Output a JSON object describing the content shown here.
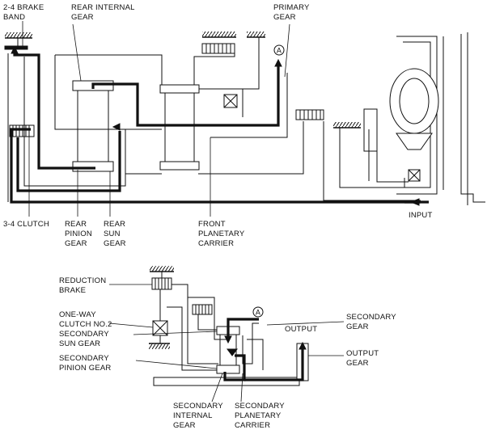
{
  "upper": {
    "labels": {
      "brake_band_l1": "2-4 BRAKE",
      "brake_band_l2": "BAND",
      "rear_internal_l1": "REAR INTERNAL",
      "rear_internal_l2": "GEAR",
      "primary_l1": "PRIMARY",
      "primary_l2": "GEAR",
      "clutch_34": "3-4 CLUTCH",
      "rear_pinion_l1": "REAR",
      "rear_pinion_l2": "PINION",
      "rear_pinion_l3": "GEAR",
      "rear_sun_l1": "REAR",
      "rear_sun_l2": "SUN",
      "rear_sun_l3": "GEAR",
      "front_carrier_l1": "FRONT",
      "front_carrier_l2": "PLANETARY",
      "front_carrier_l3": "CARRIER",
      "input": "INPUT",
      "marker": "A"
    }
  },
  "lower": {
    "labels": {
      "reduction_l1": "REDUCTION",
      "reduction_l2": "BRAKE",
      "oneway_l1": "ONE-WAY",
      "oneway_l2": "CLUTCH NO.2",
      "sec_sun_l1": "SECONDARY",
      "sec_sun_l2": "SUN GEAR",
      "sec_pinion_l1": "SECONDARY",
      "sec_pinion_l2": "PINION GEAR",
      "sec_internal_l1": "SECONDARY",
      "sec_internal_l2": "INTERNAL",
      "sec_internal_l3": "GEAR",
      "sec_carrier_l1": "SECONDARY",
      "sec_carrier_l2": "PLANETARY",
      "sec_carrier_l3": "CARRIER",
      "sec_gear_l1": "SECONDARY",
      "sec_gear_l2": "GEAR",
      "output": "OUTPUT",
      "output_gear_l1": "OUTPUT",
      "output_gear_l2": "GEAR",
      "marker": "A"
    }
  }
}
